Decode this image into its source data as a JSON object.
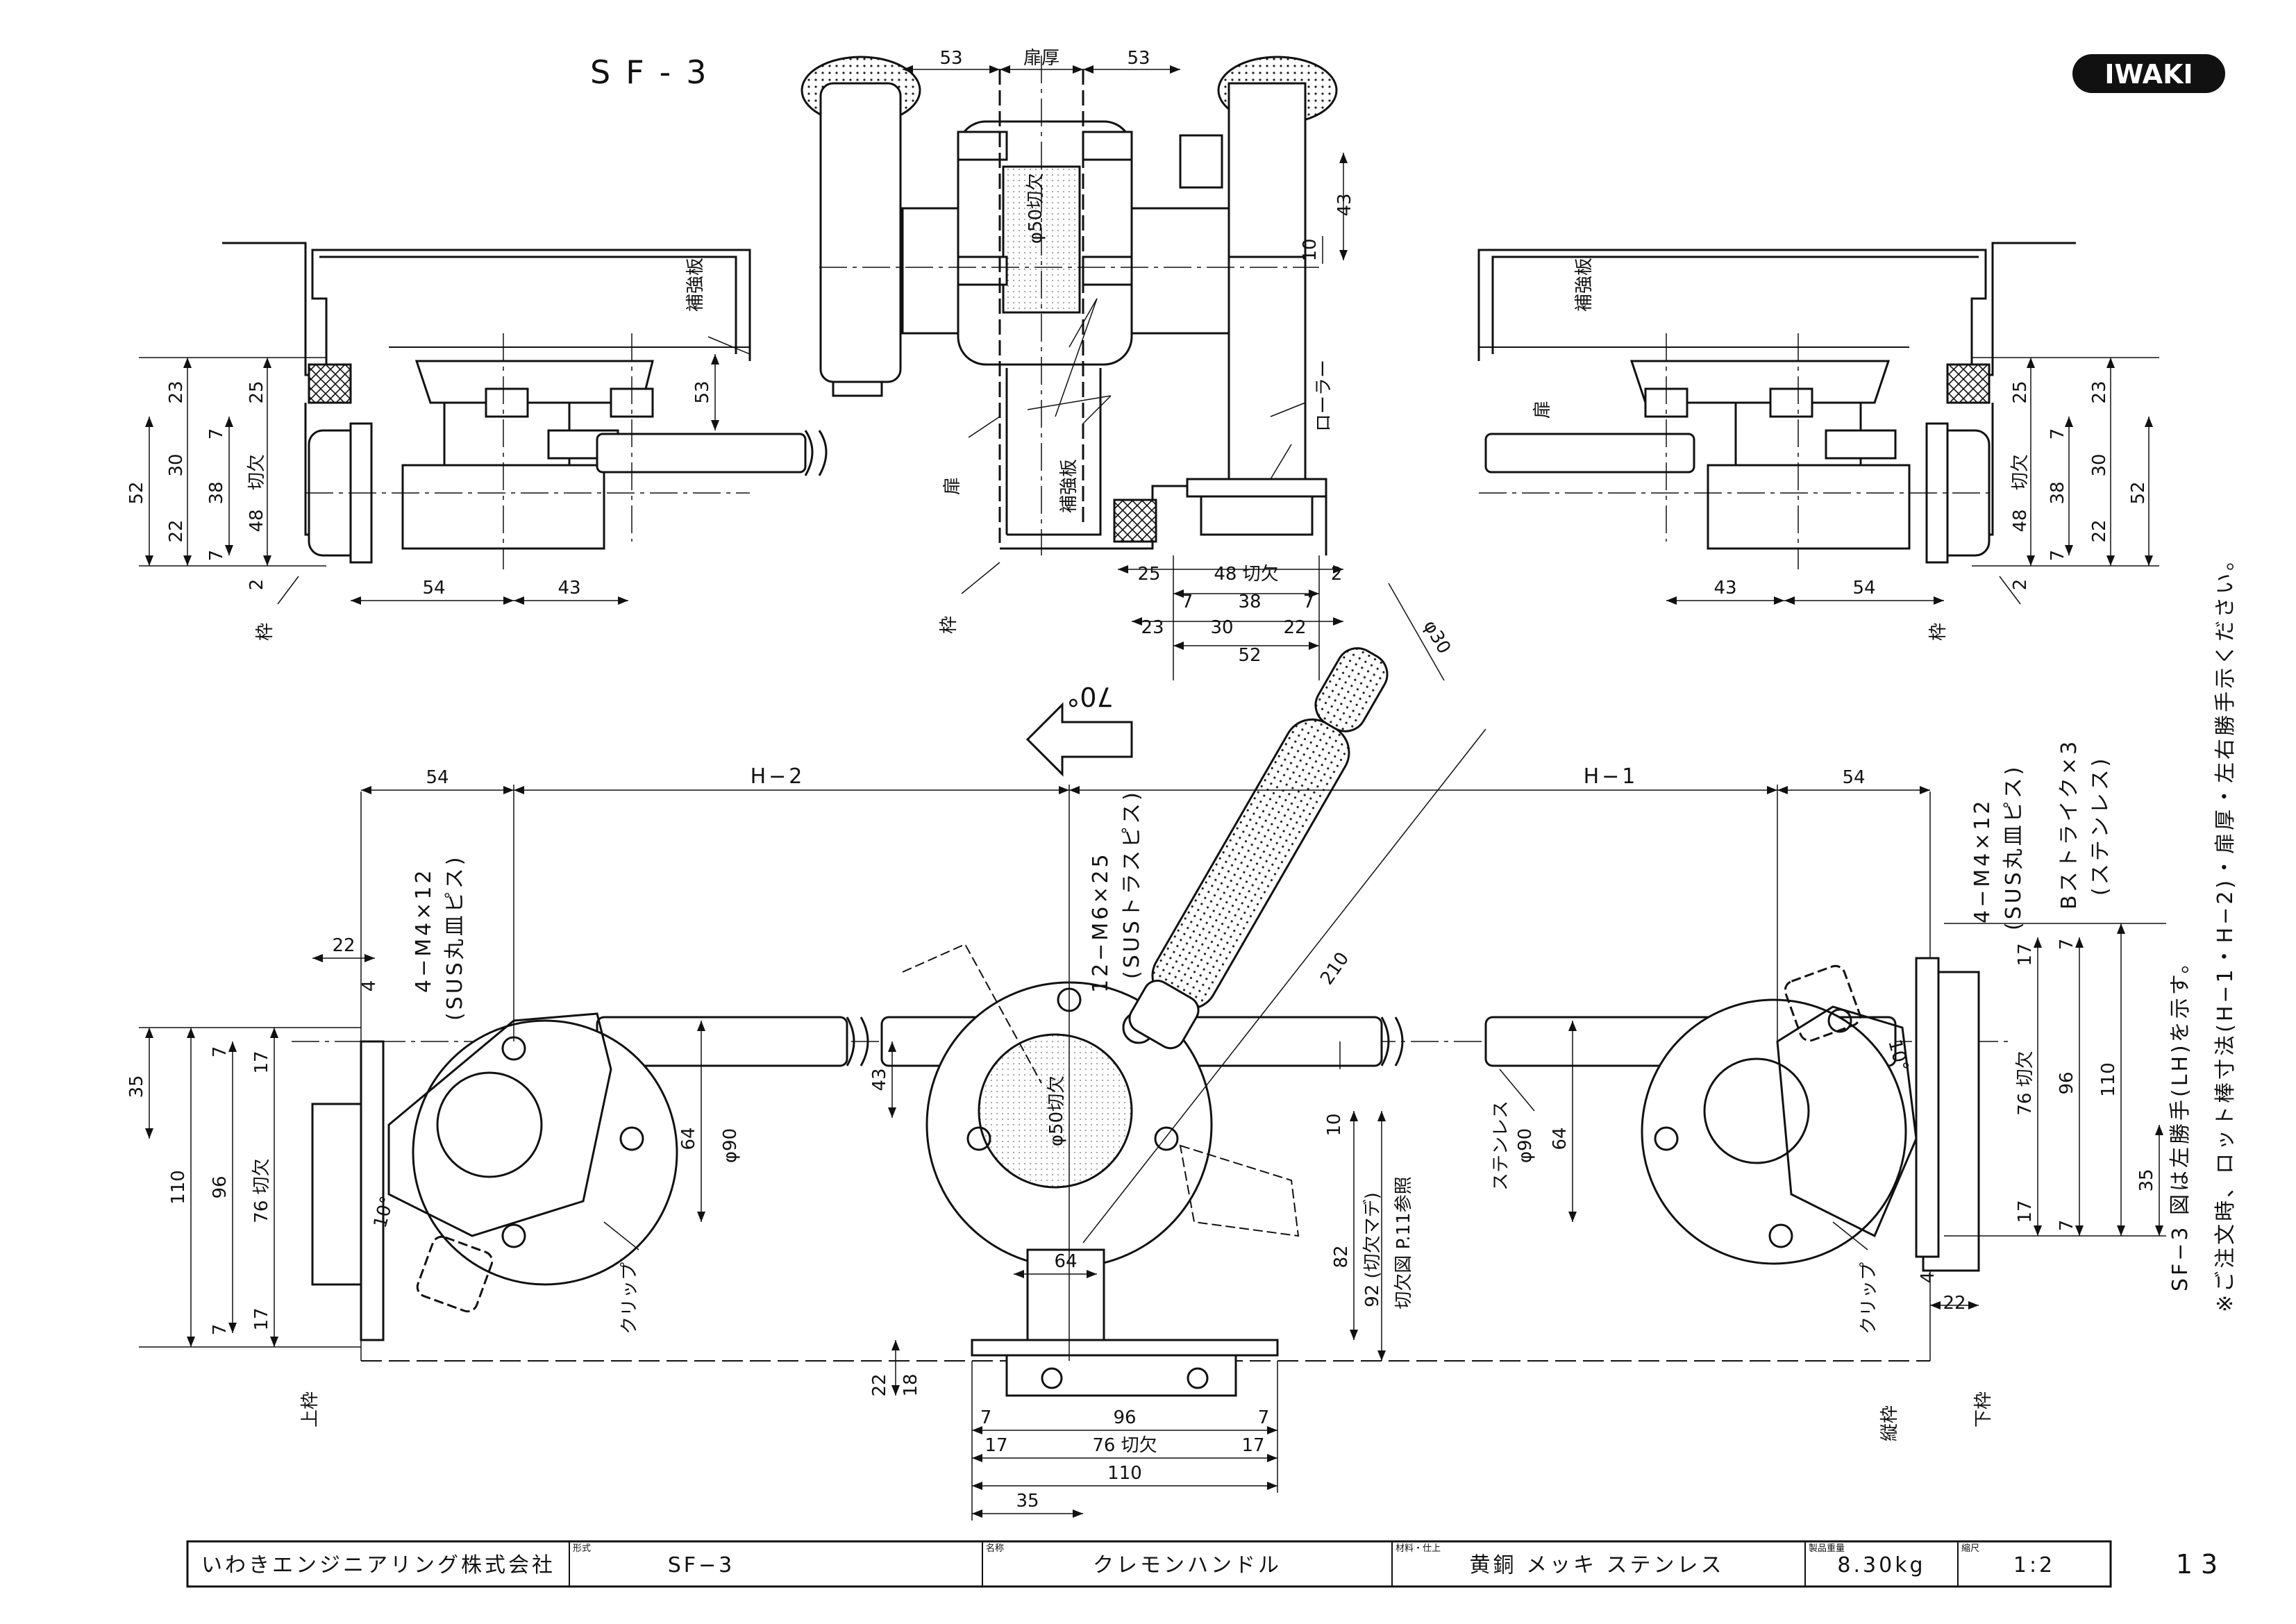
{
  "header": {
    "model_title": "SF-3",
    "brand_logo": "IWAKI",
    "page_number": "13"
  },
  "top_section": {
    "door_top": {
      "left_dim": "53",
      "center_label": "扉厚",
      "right_dim": "53"
    },
    "labels": {
      "cutout_50": "φ50切欠",
      "reinforcement_left": "補強板",
      "reinforcement_center": "補強板",
      "reinforcement_right": "補強板",
      "door_left": "扉",
      "door_center": "扉",
      "roller": "ローラー",
      "frame_left": "枠",
      "frame_center": "枠",
      "frame_right": "枠",
      "cutout_v_left": "切欠",
      "cutout_v_right": "切欠"
    },
    "left_dims": {
      "d23": "23",
      "d25": "25",
      "d52": "52",
      "d30": "30",
      "d7a": "7",
      "d38": "38",
      "d48": "48",
      "d22": "22",
      "d7b": "7",
      "d2": "2",
      "d54": "54",
      "d43": "43",
      "d53": "53"
    },
    "right_dims": {
      "d23": "23",
      "d25": "25",
      "d52": "52",
      "d30": "30",
      "d7a": "7",
      "d38": "38",
      "d48": "48",
      "d22": "22",
      "d7b": "7",
      "d2": "2",
      "d54": "54",
      "d43": "43"
    },
    "center_dims": {
      "d43": "43",
      "d10": "10",
      "d25": "25",
      "d48cut": "48 切欠",
      "d2": "2",
      "d7": "7",
      "d38": "38",
      "d7b": "7",
      "d23": "23",
      "d30": "30",
      "d22": "22",
      "d52": "52"
    }
  },
  "bottom_section": {
    "rotation": "70°",
    "phi30": "φ30",
    "len210": "210",
    "h_left": "H−2",
    "h_right": "H−1",
    "dim54_left": "54",
    "dim54_right": "54",
    "screw_left": "4−M4×12",
    "screw_left_note": "(SUS丸皿ピス)",
    "screw_center": "12−M6×25",
    "screw_center_note": "(SUSトラスピス)",
    "screw_right": "4−M4×12",
    "screw_right_note": "(SUS丸皿ピス)",
    "strike": "Bストライク×3",
    "strike_note": "(ステンレス)",
    "stainless": "ステンレス",
    "clip_left": "クリップ",
    "clip_right": "クリップ",
    "upper_frame": "上枠",
    "vertical_frame": "縦枠",
    "lower_frame": "下枠",
    "angle_left": "10°",
    "angle_right": "10°",
    "ref_note": "切欠図 P.11参照",
    "dim92": "92 (切欠マデ)",
    "cut50": "φ50切欠",
    "left_dims": {
      "d22": "22",
      "d4": "4",
      "d35": "35",
      "d7a": "7",
      "d17a": "17",
      "d110": "110",
      "d96": "96",
      "d76": "76 切欠",
      "d7b": "7",
      "d17b": "17",
      "d43": "43",
      "d64": "64",
      "d90": "φ90"
    },
    "right_dims": {
      "d17a": "17",
      "d7a": "7",
      "d76": "76 切欠",
      "d96": "96",
      "d110": "110",
      "d35": "35",
      "d17b": "17",
      "d7b": "7",
      "d4": "4",
      "d22": "22",
      "d64": "64",
      "d90": "φ90"
    },
    "center_dims": {
      "d10": "10",
      "d82": "82",
      "d64": "64",
      "d22": "22",
      "d18": "18",
      "d7a": "7",
      "d96": "96",
      "d7b": "7",
      "d17a": "17",
      "d76": "76 切欠",
      "d17b": "17",
      "d110": "110",
      "d35": "35"
    }
  },
  "notes": {
    "line1": "SF−3 図は左勝手(LH)を示す。",
    "line2": "※ご注文時、ロット棒寸法(H−1・H−2)・扉厚・左右勝手示ください。"
  },
  "title_block": {
    "company": "いわきエンジニアリング株式会社",
    "model_caption": "形式",
    "model": "SF−3",
    "name_caption": "名称",
    "name": "クレモンハンドル",
    "material_caption": "材料・仕上",
    "material": "黄銅 メッキ ステンレス",
    "weight_caption": "製品重量",
    "weight": "8.30kg",
    "scale_caption": "縮尺",
    "scale": "1:2"
  }
}
